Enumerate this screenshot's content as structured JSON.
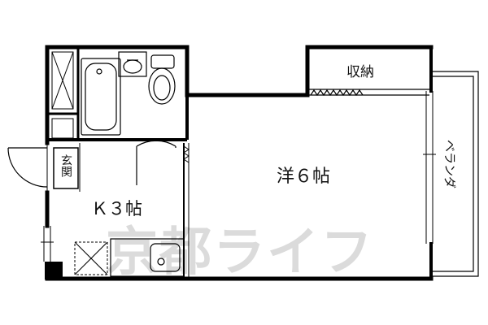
{
  "rooms": {
    "western_room": "洋６帖",
    "kitchen": "Ｋ３帖",
    "storage": "収納",
    "entrance": "玄関",
    "balcony": "ベランダ"
  },
  "watermark": "京都ライフ"
}
